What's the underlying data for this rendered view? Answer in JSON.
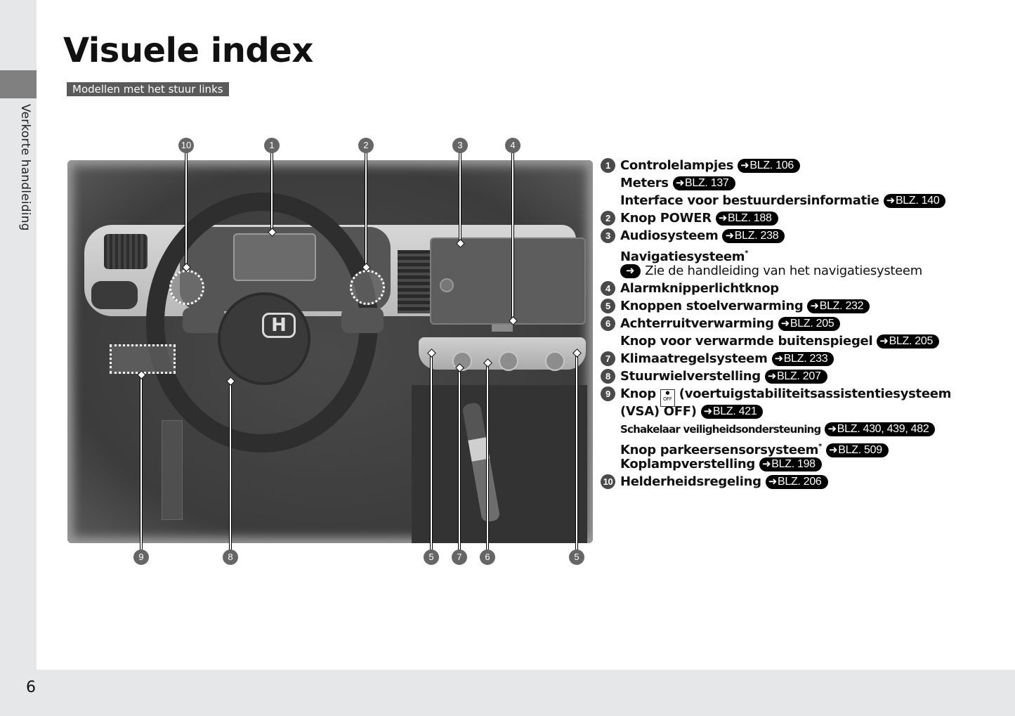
{
  "page": {
    "title": "Visuele index",
    "subtitle": "Modellen met het stuur links",
    "side_tab_label": "Verkorte handleiding",
    "page_number": "6"
  },
  "illustration": {
    "logo": "H",
    "callouts_top": [
      "10",
      "1",
      "2",
      "3",
      "4"
    ],
    "callouts_bottom": [
      "9",
      "8",
      "5",
      "7",
      "6",
      "5"
    ]
  },
  "legend": {
    "arrow_icon": "➜",
    "items": [
      {
        "num": "1",
        "label": "Controlelampjes",
        "ref": "BLZ. 106"
      },
      {
        "label": "Meters",
        "ref": "BLZ. 137"
      },
      {
        "label": "Interface voor bestuurdersinformatie",
        "ref": "BLZ. 140"
      },
      {
        "num": "2",
        "label": "Knop POWER",
        "ref": "BLZ. 188"
      },
      {
        "num": "3",
        "label": "Audiosysteem",
        "ref": "BLZ. 238"
      },
      {
        "label": "Navigatiesysteem",
        "asterisk": "*"
      },
      {
        "label": "Zie de handleiding van het navigatiesysteem"
      },
      {
        "num": "4",
        "label": "Alarmknipperlichtknop"
      },
      {
        "num": "5",
        "label": "Knoppen stoelverwarming",
        "ref": "BLZ. 232"
      },
      {
        "num": "6",
        "label": "Achterruitverwarming",
        "ref": "BLZ. 205"
      },
      {
        "label": "Knop voor verwarmde buitenspiegel",
        "ref": "BLZ. 205"
      },
      {
        "num": "7",
        "label": "Klimaatregelsysteem",
        "ref": "BLZ. 233"
      },
      {
        "num": "8",
        "label": "Stuurwielverstelling",
        "ref": "BLZ. 207"
      },
      {
        "num": "9",
        "label_before": "Knop",
        "icon": "VSA OFF",
        "label_after": "(voertuigstabiliteitsassistentiesysteem"
      },
      {
        "label": "(VSA) OFF)",
        "ref": "BLZ. 421"
      },
      {
        "label": "Schakelaar veiligheidsondersteuning",
        "ref": "BLZ. 430, 439, 482"
      },
      {
        "label": "Knop parkeersensorsysteem",
        "asterisk": "*",
        "ref": "BLZ. 509"
      },
      {
        "label": "Koplampverstelling",
        "ref": "BLZ. 198"
      },
      {
        "num": "10",
        "label": "Helderheidsregeling",
        "ref": "BLZ. 206"
      }
    ]
  }
}
